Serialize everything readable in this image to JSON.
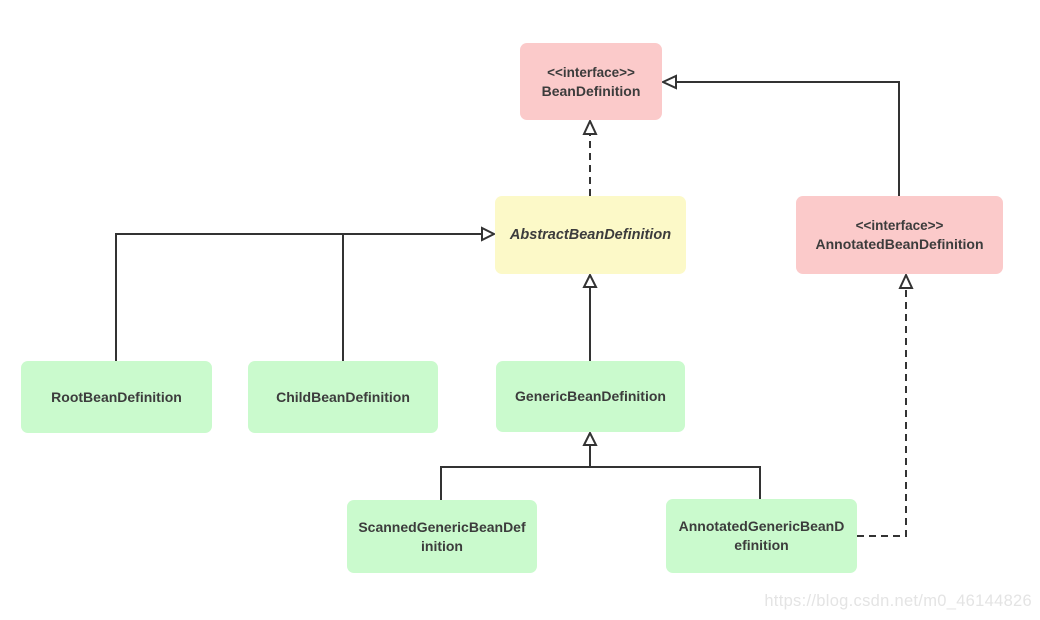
{
  "diagram_type": "uml-class-diagram",
  "subject": "Spring BeanDefinition class hierarchy",
  "nodes": {
    "bean_definition": {
      "stereotype": "<<interface>>",
      "name": "BeanDefinition",
      "kind": "interface"
    },
    "annotated_bean_definition": {
      "stereotype": "<<interface>>",
      "name": "AnnotatedBeanDefinition",
      "kind": "interface"
    },
    "abstract_bean_definition": {
      "name": "AbstractBeanDefinition",
      "kind": "abstract-class"
    },
    "root_bean_definition": {
      "name": "RootBeanDefinition",
      "kind": "class"
    },
    "child_bean_definition": {
      "name": "ChildBeanDefinition",
      "kind": "class"
    },
    "generic_bean_definition": {
      "name": "GenericBeanDefinition",
      "kind": "class"
    },
    "scanned_generic_bean_definition": {
      "name": "ScannedGenericBeanDefinition",
      "kind": "class"
    },
    "annotated_generic_bean_definition": {
      "name": "AnnotatedGenericBeanDefinition",
      "kind": "class"
    }
  },
  "relationships": [
    {
      "from": "AbstractBeanDefinition",
      "to": "BeanDefinition",
      "type": "implements",
      "line": "dashed",
      "arrowhead": "open-triangle"
    },
    {
      "from": "AnnotatedBeanDefinition",
      "to": "BeanDefinition",
      "type": "extends",
      "line": "solid",
      "arrowhead": "open-triangle"
    },
    {
      "from": "RootBeanDefinition",
      "to": "AbstractBeanDefinition",
      "type": "extends",
      "line": "solid",
      "arrowhead": "open-triangle"
    },
    {
      "from": "ChildBeanDefinition",
      "to": "AbstractBeanDefinition",
      "type": "extends",
      "line": "solid",
      "arrowhead": "open-triangle"
    },
    {
      "from": "GenericBeanDefinition",
      "to": "AbstractBeanDefinition",
      "type": "extends",
      "line": "solid",
      "arrowhead": "open-triangle"
    },
    {
      "from": "ScannedGenericBeanDefinition",
      "to": "GenericBeanDefinition",
      "type": "extends",
      "line": "solid",
      "arrowhead": "open-triangle"
    },
    {
      "from": "AnnotatedGenericBeanDefinition",
      "to": "GenericBeanDefinition",
      "type": "extends",
      "line": "solid",
      "arrowhead": "open-triangle"
    },
    {
      "from": "AnnotatedGenericBeanDefinition",
      "to": "AnnotatedBeanDefinition",
      "type": "implements",
      "line": "dashed",
      "arrowhead": "open-triangle"
    }
  ],
  "colors": {
    "interface_fill": "#fbcaca",
    "abstract_class_fill": "#fcf9c8",
    "class_fill": "#cafacd",
    "connector": "#333333",
    "text": "#3c3c3c",
    "watermark_text": "#e4e4e4",
    "background": "#ffffff"
  },
  "watermark": {
    "text": "https://blog.csdn.net/m0_46144826"
  }
}
